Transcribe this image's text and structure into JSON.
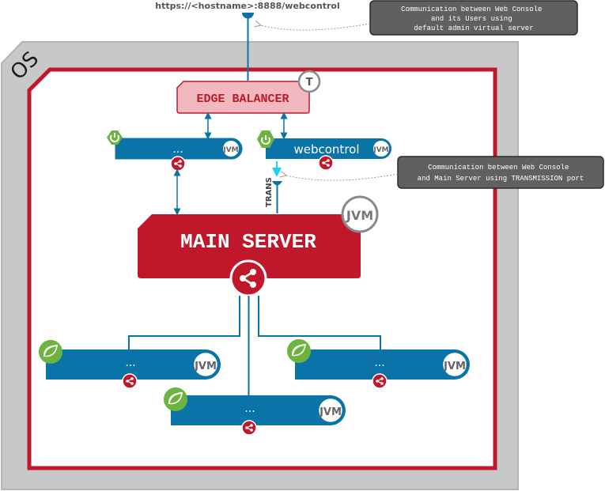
{
  "url_label": "https://<hostname>:8888/webcontrol",
  "os_label": "OS",
  "callouts": [
    {
      "lines": [
        "Communication between Web Console",
        "and its Users using",
        "default admin virtual server"
      ]
    },
    {
      "lines": [
        "Communication between Web Console",
        "and Main Server using TRANSMISSION port"
      ]
    }
  ],
  "edge_balancer": {
    "label": "EDGE BALANCER",
    "badge": "T"
  },
  "main_server": {
    "label": "MAIN SERVER",
    "badge": "JVM"
  },
  "trans_label": "TRANS",
  "boot_nodes": [
    {
      "label": "...",
      "badge": "JVM",
      "icon": "spring-boot-power-icon"
    },
    {
      "label": "webcontrol",
      "badge": "JVM",
      "icon": "spring-boot-power-icon"
    }
  ],
  "spring_nodes": [
    {
      "label": "...",
      "badge": "JVM",
      "icon": "spring-leaf-icon"
    },
    {
      "label": "...",
      "badge": "JVM",
      "icon": "spring-leaf-icon"
    },
    {
      "label": "...",
      "badge": "JVM",
      "icon": "spring-leaf-icon"
    }
  ],
  "colors": {
    "os_fill": "#c8c8c8",
    "os_border": "#b0b0b0",
    "frame_red": "#c0182a",
    "edge_fill": "#f2b8c0",
    "edge_border": "#c0182a",
    "edge_text": "#c0182a",
    "main_red": "#c0182a",
    "node_blue": "#0a73a8",
    "link_blue": "#0a73a8",
    "trans_cyan": "#1ed0f0",
    "boot_green": "#6db33f",
    "callout_fill": "#606060",
    "callout_text": "#ffffff",
    "jvm_gray": "#8a8a8a"
  }
}
